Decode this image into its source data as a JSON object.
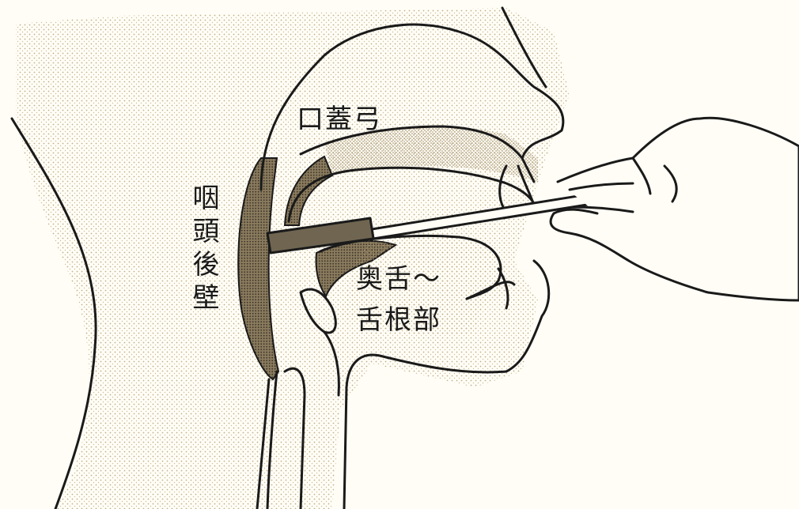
{
  "labels": {
    "palatal_arch": "口蓋弓",
    "posterior_pharyngeal_wall": "咽頭後壁",
    "back_of_tongue_line1": "奥舌～",
    "back_of_tongue_line2": "舌根部"
  },
  "colors": {
    "paper": "#fffdf6",
    "outline": "#1a1a1a",
    "stipple_light": "#c9b88f",
    "stipple_dark": "#7d6f52",
    "swab_tip": "#6f6551"
  }
}
